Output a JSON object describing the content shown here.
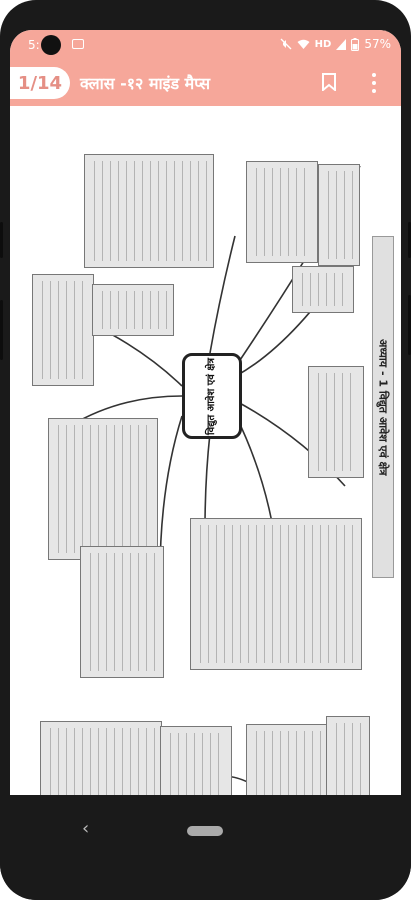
{
  "status_bar": {
    "time": "5:",
    "network": "HD",
    "battery": "57%"
  },
  "app_bar": {
    "page_indicator": "1/14",
    "title": "क्लास -१२ माइंड मैप्स"
  },
  "document": {
    "center_topic": "विद्युत आवेश एवं क्षेत्र",
    "side_title": "अध्याय - 1 विद्युत आवेश एवं क्षेत्र"
  },
  "colors": {
    "accent": "#f6a79a",
    "page_pill_text": "#e58f85"
  }
}
